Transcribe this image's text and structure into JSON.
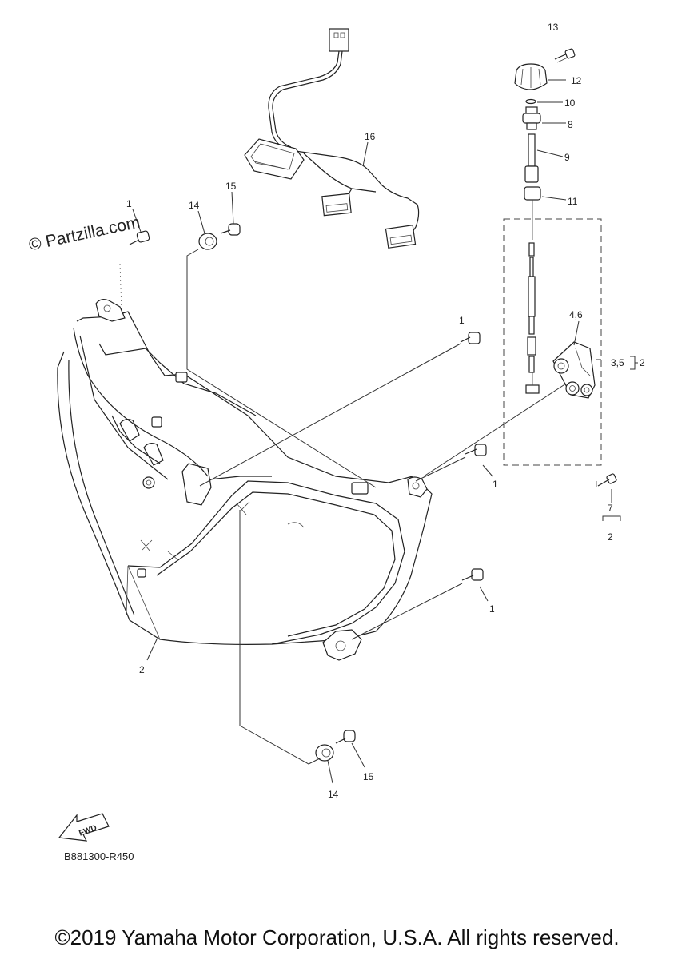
{
  "watermark": "© Partzilla.com",
  "diagram_code": "B881300-R450",
  "fwd_label": "FWD",
  "copyright": "©2019 Yamaha Motor Corporation, U.S.A. All rights reserved.",
  "callouts": {
    "c1a": "1",
    "c1b": "1",
    "c1c": "1",
    "c1d": "1",
    "c2a": "2",
    "c2b": "2",
    "c2c": "2",
    "c35": "3,5",
    "c46": "4,6",
    "c7": "7",
    "c8": "8",
    "c9": "9",
    "c10": "10",
    "c11": "11",
    "c12": "12",
    "c13": "13",
    "c14a": "14",
    "c14b": "14",
    "c15a": "15",
    "c15b": "15",
    "c16": "16"
  }
}
